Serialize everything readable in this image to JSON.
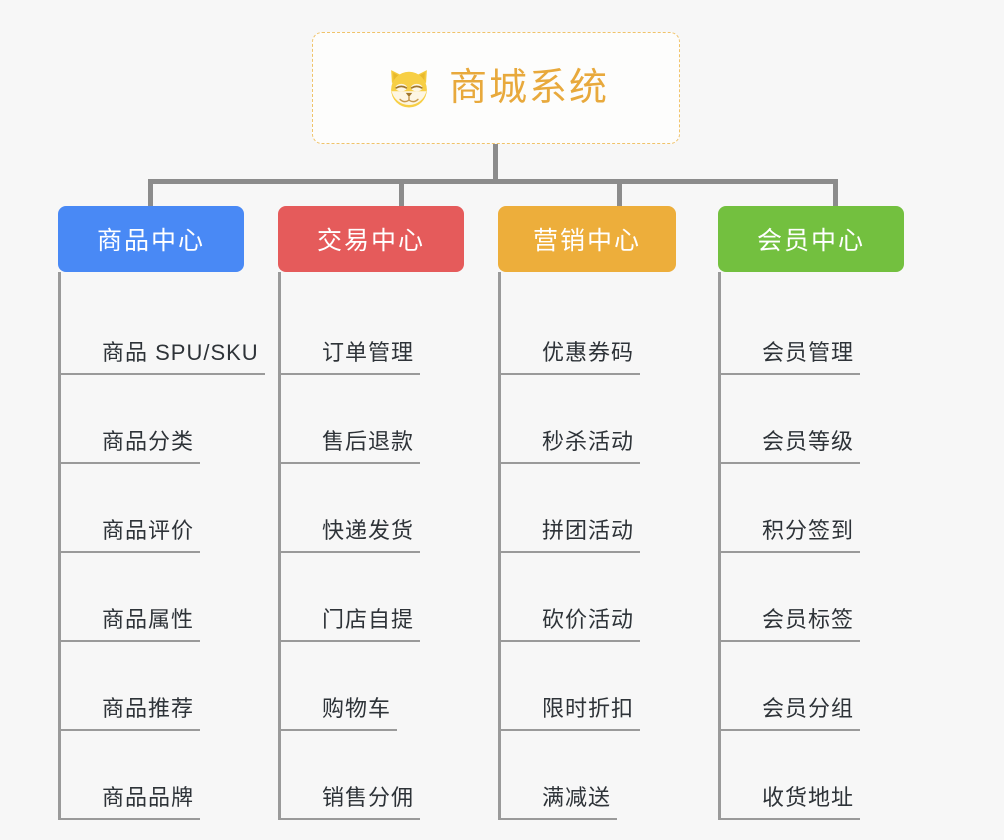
{
  "root": {
    "title": "商城系统",
    "icon": "shiba-inu-icon",
    "border_color": "#f0c36a",
    "text_color": "#e8a93c"
  },
  "theme": {
    "background": "#f7f7f7",
    "connector_color": "#8c8c8c",
    "leaf_line_color": "#9a9a9a",
    "leaf_text_color": "#2e3338"
  },
  "columns": [
    {
      "title": "商品中心",
      "color": "#4989f5",
      "items": [
        "商品 SPU/SKU",
        "商品分类",
        "商品评价",
        "商品属性",
        "商品推荐",
        "商品品牌"
      ]
    },
    {
      "title": "交易中心",
      "color": "#e55b5b",
      "items": [
        "订单管理",
        "售后退款",
        "快递发货",
        "门店自提",
        "购物车",
        "销售分佣"
      ]
    },
    {
      "title": "营销中心",
      "color": "#edae3b",
      "items": [
        "优惠券码",
        "秒杀活动",
        "拼团活动",
        "砍价活动",
        "限时折扣",
        "满减送"
      ]
    },
    {
      "title": "会员中心",
      "color": "#73c03f",
      "items": [
        "会员管理",
        "会员等级",
        "积分签到",
        "会员标签",
        "会员分组",
        "收货地址"
      ]
    }
  ]
}
